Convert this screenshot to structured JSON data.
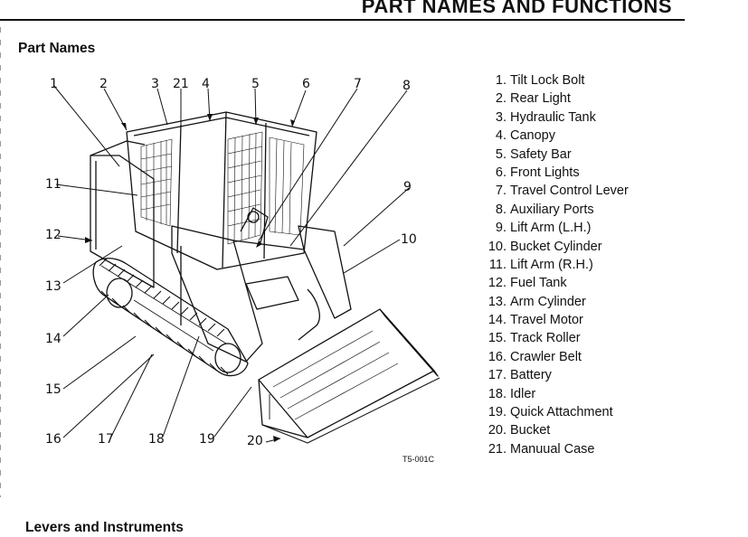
{
  "header": {
    "title": "PART NAMES AND FUNCTIONS"
  },
  "sections": {
    "part_names": "Part Names",
    "levers": "Levers and Instruments"
  },
  "figure": {
    "callouts": [
      "1",
      "2",
      "3",
      "21",
      "4",
      "5",
      "6",
      "7",
      "8",
      "11",
      "9",
      "12",
      "10",
      "13",
      "14",
      "15",
      "16",
      "17",
      "18",
      "19",
      "20"
    ],
    "code": "T5-001C"
  },
  "parts": [
    {
      "num": "1.",
      "name": "Tilt Lock Bolt"
    },
    {
      "num": "2.",
      "name": "Rear Light"
    },
    {
      "num": "3.",
      "name": "Hydraulic Tank"
    },
    {
      "num": "4.",
      "name": "Canopy"
    },
    {
      "num": "5.",
      "name": "Safety Bar"
    },
    {
      "num": "6.",
      "name": "Front Lights"
    },
    {
      "num": "7.",
      "name": "Travel Control Lever"
    },
    {
      "num": "8.",
      "name": "Auxiliary Ports"
    },
    {
      "num": "9.",
      "name": "Lift Arm (L.H.)"
    },
    {
      "num": "10.",
      "name": "Bucket Cylinder"
    },
    {
      "num": "11.",
      "name": "Lift Arm (R.H.)"
    },
    {
      "num": "12.",
      "name": "Fuel Tank"
    },
    {
      "num": "13.",
      "name": "Arm Cylinder"
    },
    {
      "num": "14.",
      "name": "Travel Motor"
    },
    {
      "num": "15.",
      "name": "Track Roller"
    },
    {
      "num": "16.",
      "name": "Crawler Belt"
    },
    {
      "num": "17.",
      "name": "Battery"
    },
    {
      "num": "18.",
      "name": "Idler"
    },
    {
      "num": "19.",
      "name": "Quick Attachment"
    },
    {
      "num": "20.",
      "name": "Bucket"
    },
    {
      "num": "21.",
      "name": "Manuual Case"
    }
  ]
}
